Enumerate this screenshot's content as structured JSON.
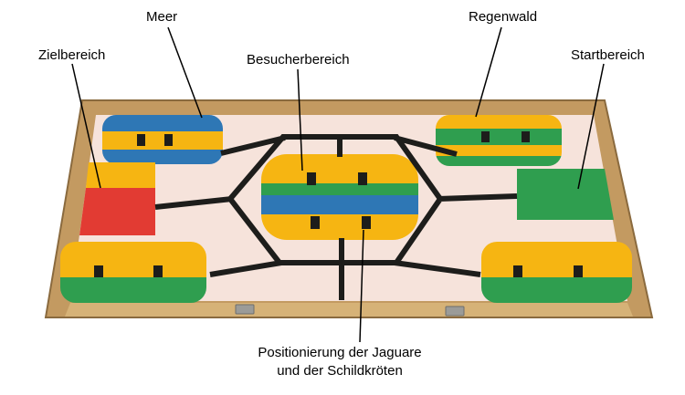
{
  "labels": {
    "meer": "Meer",
    "zielbereich": "Zielbereich",
    "besucherbereich": "Besucherbereich",
    "regenwald": "Regenwald",
    "startbereich": "Startbereich",
    "positionierung": "Positionierung der Jaguare und der Schildkröten"
  },
  "colors": {
    "mat": "#f6e3db",
    "wood_main": "#c39a61",
    "wood_front": "#d6b277",
    "yellow": "#f6b512",
    "blue": "#2e77b5",
    "green": "#2f9e4f",
    "red": "#e23b33",
    "line": "#1d1d1b",
    "annotation_line": "#000000",
    "hinge": "#9b9b98"
  }
}
